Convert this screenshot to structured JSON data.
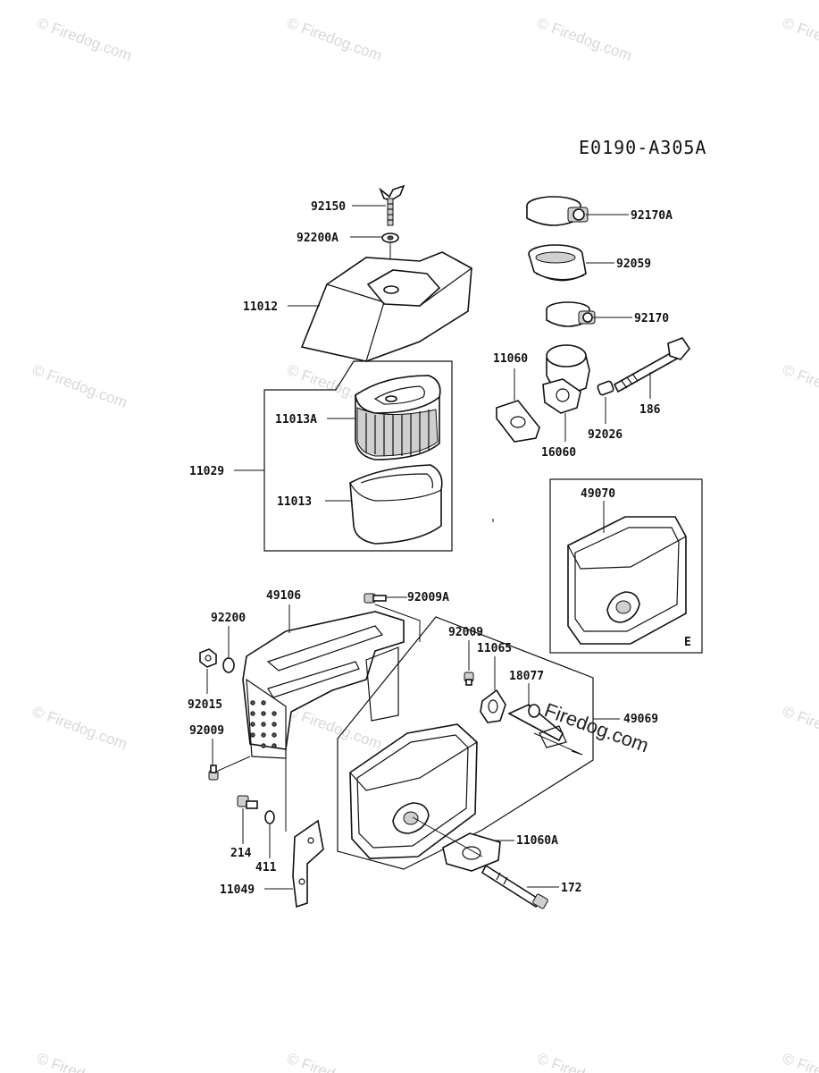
{
  "diagram_code": "E0190-A305A",
  "watermark_text": "© Firedog.com",
  "center_watermark": "Firedog.com",
  "box_letter": "E",
  "labels": {
    "p92150": "92150",
    "p92200A": "92200A",
    "p11012": "11012",
    "p11013A": "11013A",
    "p11029": "11029",
    "p11013": "11013",
    "p92170A": "92170A",
    "p92059": "92059",
    "p92170": "92170",
    "p11060": "11060",
    "p186": "186",
    "p92026": "92026",
    "p16060": "16060",
    "p49070": "49070",
    "p49106": "49106",
    "p92009A": "92009A",
    "p92200": "92200",
    "p92015": "92015",
    "p92009_left": "92009",
    "p92009_mid": "92009",
    "p11065": "11065",
    "p18077": "18077",
    "p49069": "49069",
    "p214": "214",
    "p411": "411",
    "p11049": "11049",
    "p11060A": "11060A",
    "p172": "172"
  }
}
